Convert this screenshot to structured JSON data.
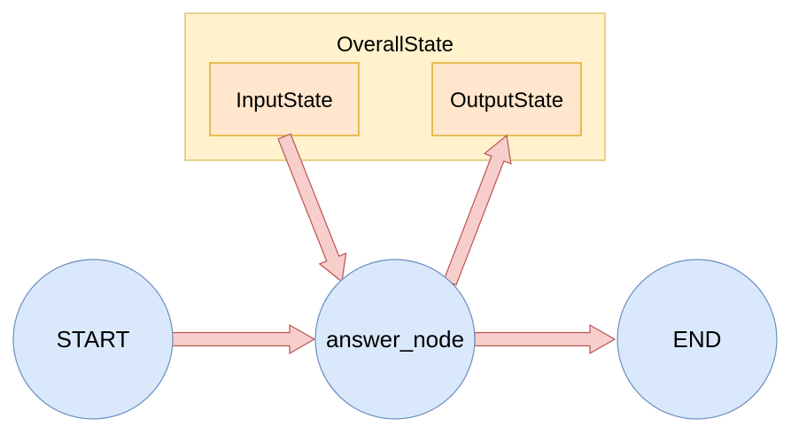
{
  "diagram": {
    "overall_state": {
      "label": "OverallState",
      "fill": "#fff2cc",
      "stroke": "#d6b656"
    },
    "input_state": {
      "label": "InputState",
      "fill": "#ffe6cc",
      "stroke": "#d79b00"
    },
    "output_state": {
      "label": "OutputState",
      "fill": "#ffe6cc",
      "stroke": "#d79b00"
    },
    "nodes": {
      "start": {
        "label": "START"
      },
      "answer": {
        "label": "answer_node"
      },
      "end": {
        "label": "END"
      }
    },
    "colors": {
      "node_fill": "#dae8fc",
      "node_stroke": "#6c8ebf",
      "arrow_fill": "#f8cecc",
      "arrow_stroke": "#b85450"
    }
  }
}
